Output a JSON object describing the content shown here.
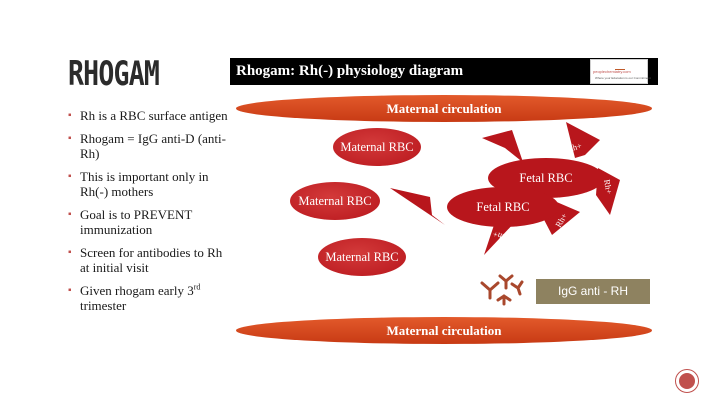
{
  "slide": {
    "title": "RHOGAM",
    "bullets": [
      "Rh is a RBC surface antigen",
      "Rhogam = IgG anti-D (anti-Rh)",
      "This is important only in Rh(-) mothers",
      "Goal is to PREVENT immunization",
      "Screen for antibodies to Rh at initial visit"
    ],
    "last_bullet": {
      "text": "Given rhogam early 3",
      "sup": "rd",
      "tail": " trimester"
    }
  },
  "diagram": {
    "title": "Rhogam: Rh(-) physiology diagram",
    "logo_text": "peoplechemiatry.com",
    "logo_sub": "Where your Education is our Commitment",
    "band_top": "Maternal circulation",
    "band_bottom": "Maternal circulation",
    "maternal_rbc": [
      "Maternal RBC",
      "Maternal RBC",
      "Maternal RBC"
    ],
    "fetal_rbc_1": "Fetal RBC",
    "fetal_rbc_2": "Fetal RBC",
    "rh_label": "Rh+",
    "igg_label": "IgG anti - RH",
    "colors": {
      "band": "#d9481f",
      "rbc": "#c0141c",
      "igg_box": "#8e8260",
      "antibody": "#a9482d"
    },
    "icons": [
      "antibody-icon",
      "page-badge-icon"
    ]
  }
}
